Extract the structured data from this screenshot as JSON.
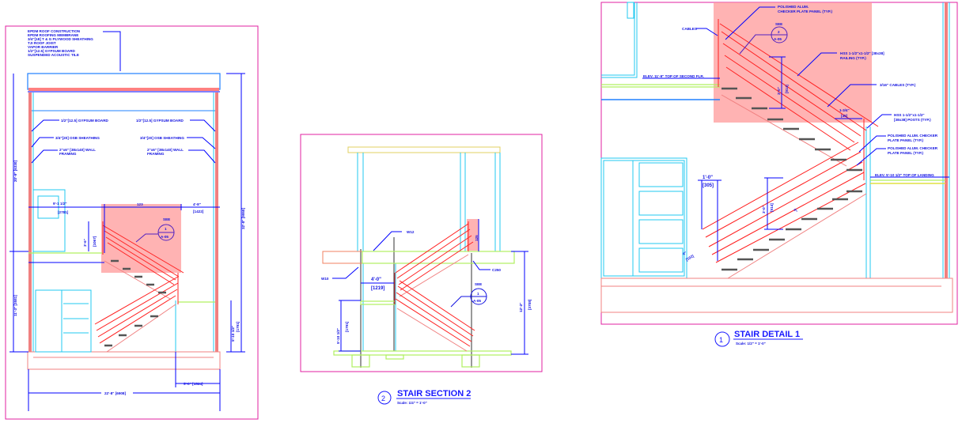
{
  "plan": {
    "roof_notes": [
      "EPDM ROOF CONSTRUCTION",
      "EPDM ROOFING MEMBRANE",
      "3/4\"[18] T & G PLYWOOD SHEATHING",
      "TJI ROOF JOIST",
      "VAPOR BARRIER",
      "1/2\"[12.5] GYPSUM BOARD",
      "SUSPENDED ACOUSTIC TILE"
    ],
    "left_gypsum": "1/2\"[12.5] GYPSUM BOARD",
    "left_osb": "3/4\"[20] OSB SHEATHING",
    "left_framing": [
      "2\"x6\" [38x140] WALL",
      "FRAMING"
    ],
    "right_gypsum": "1/2\"[12.5] GYPSUM BOARD",
    "right_osb": "3/4\"[20] OSB SHEATHING",
    "right_framing": [
      "2\"x6\" [38x140] WALL",
      "FRAMING"
    ],
    "dim_upper_left": "20'-9\" [6330]",
    "dim_lower_left": "11'-3\" [3581]",
    "dim_overall_right": "32'-8\" [9958]",
    "dim_9ft": [
      "9'-1 1/2\"",
      "[2781]"
    ],
    "dim_123": "123",
    "dim_4ft8": [
      "4'-8\"",
      "[1422]"
    ],
    "dim_3ft6": [
      "3'-6\"",
      "[1067]"
    ],
    "dim_5ft10": [
      "5'-10 1/2\"",
      "[1791]"
    ],
    "dim_5ft0": "5'-0\" [1524]",
    "dim_width": "22'-8\" [6908]",
    "callout": {
      "see": "SEE",
      "num": "1",
      "sheet": "A-05"
    }
  },
  "section": {
    "title_num": "2",
    "title": "STAIR SECTION 2",
    "scale": "Scale: 1/4\" = 1'-0\"",
    "label_w12": "W12",
    "label_w10": "W10",
    "label_c250": "C250",
    "dim_4ft": [
      "4'-0\"",
      "[1219]"
    ],
    "dim_5ft10": [
      "5'-10 1/2\"",
      "[1791]"
    ],
    "dim_12ft": [
      "12'-2\"",
      "[3708]"
    ],
    "dim_125": "125",
    "callout": {
      "see": "SEE",
      "num": "1",
      "sheet": "A-05"
    }
  },
  "detail": {
    "title_num": "1",
    "title": "STAIR DETAIL 1",
    "scale": "Scale: 1/2\" = 1'-0\"",
    "cables": "CABLES",
    "checker_top": [
      "POLISHED ALUM.",
      "CHECKER PLATE PANEL (TYP.)"
    ],
    "callout": {
      "see": "SEE",
      "num": "2",
      "sheet": "A-05"
    },
    "railing": [
      "HSS 1-1/2\"x1-1/2\" [38x38]",
      "RAILING (TYP.)"
    ],
    "elev_second": "ELEV. 11'-9\" TOP OF SECOND FLR.",
    "cables_typ": "3/16\" CABLES (TYP.)",
    "dim_3ft_top": [
      "3'-0\"",
      "[914]"
    ],
    "dim_1_3_4": [
      "1-3/4\"",
      "[45]"
    ],
    "posts": [
      "HSS 1-1/2\"x1-1/2\"",
      "[38x38] POSTS (TYP.)"
    ],
    "checker_mid1": [
      "POLISHED ALUM. CHECKER",
      "PLATE PANEL (TYP.)"
    ],
    "checker_mid2": [
      "POLISHED ALUM. CHECKER",
      "PLATE PANEL (TYP.)"
    ],
    "elev_landing": "ELEV. 5'-10 1/2\" TOP OF LANDING",
    "dim_1ft": [
      "1'-0\"",
      "[305]"
    ],
    "dim_3ft_low": [
      "3'-0\"",
      "[914]"
    ],
    "dim_6in": "6\"",
    "dim_4in": [
      "4\"",
      "[102]"
    ]
  }
}
